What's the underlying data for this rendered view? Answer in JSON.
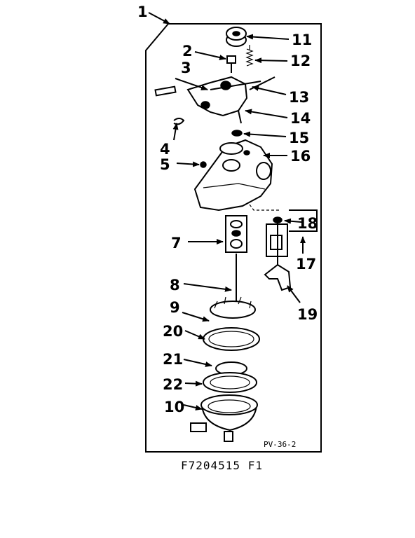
{
  "diagram": {
    "callouts": [
      "1",
      "2",
      "3",
      "4",
      "5",
      "7",
      "8",
      "9",
      "10",
      "11",
      "12",
      "13",
      "14",
      "15",
      "16",
      "17",
      "18",
      "19",
      "20",
      "21",
      "22"
    ],
    "drawing_code": "PV-36-2",
    "figure_ref": "F7204515 F1"
  }
}
